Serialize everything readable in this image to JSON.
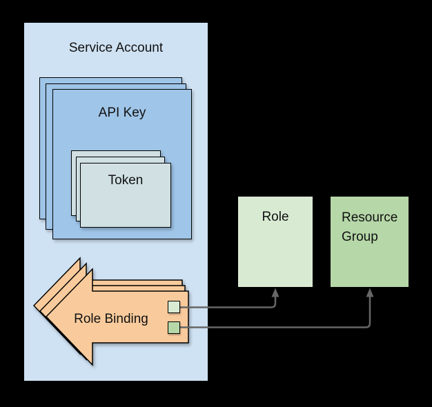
{
  "colors": {
    "background": "#000000",
    "service_account_fill": "#cfe2f3",
    "api_key_fill": "#9fc5e8",
    "token_fill": "#d0e0e3",
    "role_binding_fill": "#f9cb9c",
    "role_fill": "#d9ead3",
    "resource_group_fill": "#b6d7a8",
    "role_ref_swatch_fill": "#d9ead3",
    "resource_group_ref_swatch_fill": "#b6d7a8",
    "outline": "#000000",
    "connector": "#666666"
  },
  "nodes": {
    "service_account": {
      "label": "Service Account"
    },
    "api_key": {
      "label": "API Key"
    },
    "token": {
      "label": "Token"
    },
    "role_binding": {
      "label": "Role Binding"
    },
    "role": {
      "label": "Role"
    },
    "resource_group": {
      "label": "Resource Group"
    }
  },
  "connectors": [
    {
      "from": "role_binding",
      "to": "role"
    },
    {
      "from": "role_binding",
      "to": "resource_group"
    }
  ]
}
